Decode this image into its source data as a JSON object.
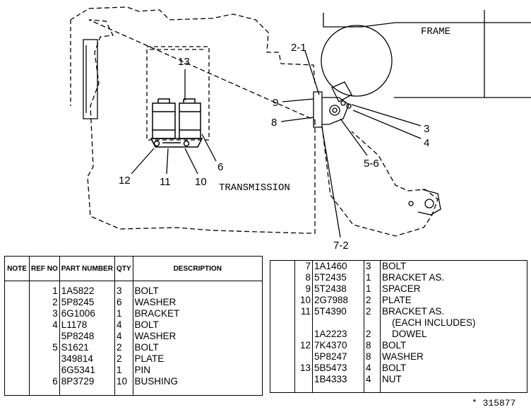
{
  "drawing": {
    "frame_label": "FRAME",
    "transmission_label": "TRANSMISSION",
    "callouts": {
      "c13": "13",
      "c12": "12",
      "c11": "11",
      "c10": "10",
      "c6": "6",
      "c21": "2-1",
      "c9": "9",
      "c8": "8",
      "c3": "3",
      "c4": "4",
      "c56": "5-6",
      "c72": "7-2"
    }
  },
  "table_headers": {
    "note": "NOTE",
    "ref_no": "REF NO",
    "part_number": "PART NUMBER",
    "qty": "QTY",
    "description": "DESCRIPTION"
  },
  "left_rows": [
    {
      "note": "",
      "ref": "1",
      "pn": "1A5822",
      "qty": "3",
      "desc": "BOLT"
    },
    {
      "note": "",
      "ref": "2",
      "pn": "5P8245",
      "qty": "6",
      "desc": "WASHER"
    },
    {
      "note": "",
      "ref": "3",
      "pn": "6G1006",
      "qty": "1",
      "desc": "BRACKET"
    },
    {
      "note": "",
      "ref": "4",
      "pn": "L1178",
      "qty": "4",
      "desc": "BOLT"
    },
    {
      "note": "",
      "ref": "",
      "pn": "5P8248",
      "qty": "4",
      "desc": "WASHER"
    },
    {
      "note": "",
      "ref": "5",
      "pn": "S1621",
      "qty": "2",
      "desc": "BOLT"
    },
    {
      "note": "",
      "ref": "",
      "pn": "349814",
      "qty": "2",
      "desc": "PLATE"
    },
    {
      "note": "",
      "ref": "",
      "pn": "6G5341",
      "qty": "1",
      "desc": "PIN"
    },
    {
      "note": "",
      "ref": "6",
      "pn": "8P3729",
      "qty": "10",
      "desc": "BUSHING"
    }
  ],
  "right_rows": [
    {
      "note": "",
      "ref": "7",
      "pn": "1A1460",
      "qty": "3",
      "desc": "BOLT"
    },
    {
      "note": "",
      "ref": "8",
      "pn": "5T2435",
      "qty": "1",
      "desc": "BRACKET AS."
    },
    {
      "note": "",
      "ref": "9",
      "pn": "5T2438",
      "qty": "1",
      "desc": "SPACER"
    },
    {
      "note": "",
      "ref": "10",
      "pn": "2G7988",
      "qty": "2",
      "desc": "PLATE"
    },
    {
      "note": "",
      "ref": "11",
      "pn": "5T4390",
      "qty": "2",
      "desc": "BRACKET AS."
    },
    {
      "note": "",
      "ref": "",
      "pn": "",
      "qty": "",
      "desc": "(EACH INCLUDES)"
    },
    {
      "note": "",
      "ref": "",
      "pn": "1A2223",
      "qty": "2",
      "desc": "DOWEL"
    },
    {
      "note": "",
      "ref": "12",
      "pn": "7K4370",
      "qty": "8",
      "desc": "BOLT"
    },
    {
      "note": "",
      "ref": "",
      "pn": "5P8247",
      "qty": "8",
      "desc": "WASHER"
    },
    {
      "note": "",
      "ref": "13",
      "pn": "5B5473",
      "qty": "4",
      "desc": "BOLT"
    },
    {
      "note": "",
      "ref": "",
      "pn": "1B4333",
      "qty": "4",
      "desc": "NUT"
    }
  ],
  "drawing_number": "* 315877"
}
